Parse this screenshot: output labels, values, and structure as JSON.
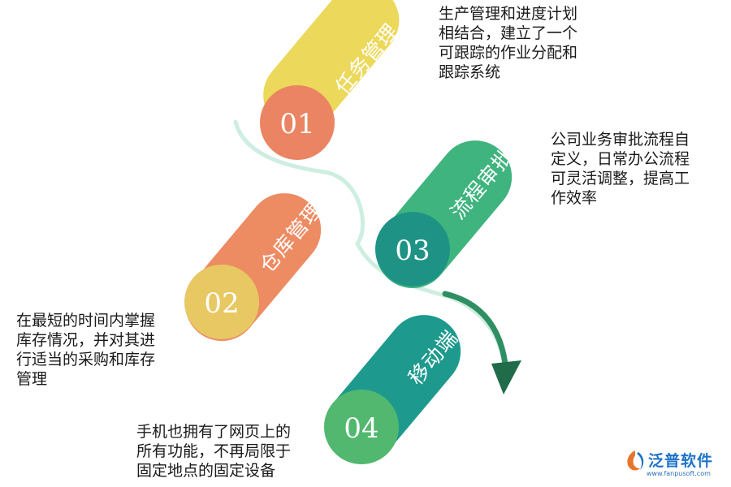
{
  "colors": {
    "yellow": "#ecd85a",
    "orange_circle": "#ea8462",
    "green_pill": "#3fb47e",
    "teal_circle": "#1e9385",
    "orange_pill": "#ed8b63",
    "yellow_circle": "#e7c862",
    "teal_pill": "#1d9a8d",
    "green_circle": "#52b86f",
    "arrow": "#1f6b4a",
    "track": "#cdeee0"
  },
  "steps": [
    {
      "number": "01",
      "title": "任务管理",
      "description": [
        "生产管理和进度计划",
        "相结合，建立了一个",
        "可跟踪的作业分配和",
        "跟踪系统"
      ]
    },
    {
      "number": "02",
      "title": "仓库管理",
      "description": [
        "在最短的时间内掌握",
        "库存情况，并对其进",
        "行适当的采购和库存",
        "管理"
      ]
    },
    {
      "number": "03",
      "title": "流程审批",
      "description": [
        "公司业务审批流程自",
        "定义，日常办公流程",
        "可灵活调整，提高工",
        "作效率"
      ]
    },
    {
      "number": "04",
      "title": "移动端",
      "description": [
        "手机也拥有了网页上的",
        "所有功能，不再局限于",
        "固定地点的固定设备"
      ]
    }
  ],
  "logo": {
    "name": "泛普软件",
    "url": "www.fanpusoft.com"
  }
}
